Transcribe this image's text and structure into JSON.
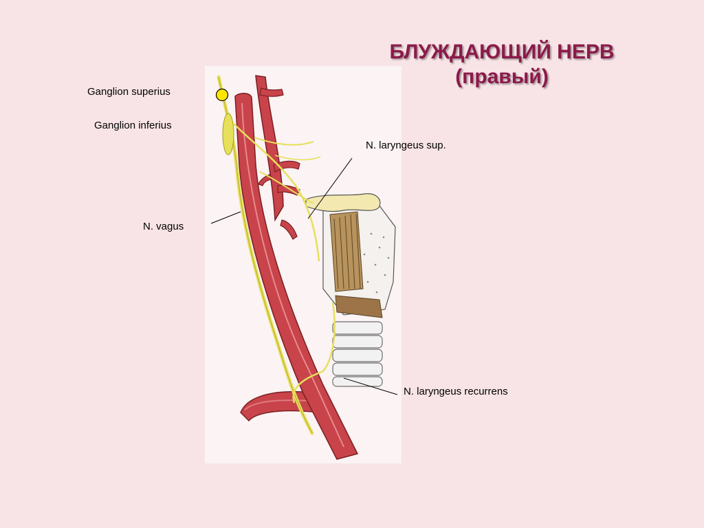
{
  "title": {
    "line1": "БЛУЖДАЮЩИЙ НЕРВ",
    "line2": "(правый)"
  },
  "labels": {
    "ganglion_superius": "Ganglion  superius",
    "ganglion_inferius": "Ganglion  inferius",
    "n_vagus": "N. vagus",
    "n_laryngeus_sup": "N. laryngeus sup.",
    "n_laryngeus_recurrens": "N. laryngeus recurrens"
  },
  "colors": {
    "background": "#f8e4e6",
    "title": "#8b1a4a",
    "artery": "#c8444a",
    "nerve": "#e6e05a",
    "marker": "#ffe600"
  }
}
